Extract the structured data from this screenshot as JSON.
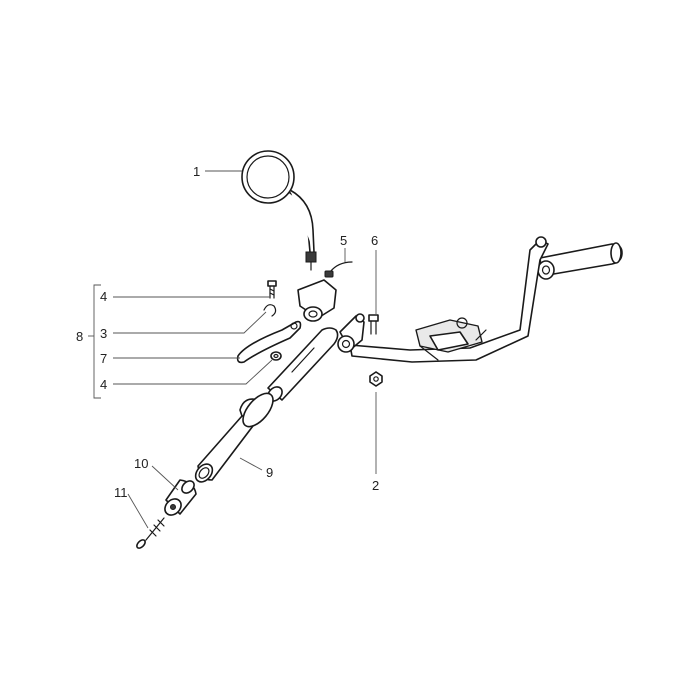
{
  "callouts": {
    "mirror": "1",
    "nut": "2",
    "lever_spring": "3",
    "screw_top": "4",
    "screw_bottom": "4",
    "cable_clip": "5",
    "bolt": "6",
    "washer": "7",
    "lever_assembly": "8",
    "grip": "9",
    "bar_end_weight": "10",
    "bar_end_screw": "11"
  },
  "colors": {
    "line": "#1a1a1a",
    "leader": "#555555",
    "background": "#ffffff"
  }
}
